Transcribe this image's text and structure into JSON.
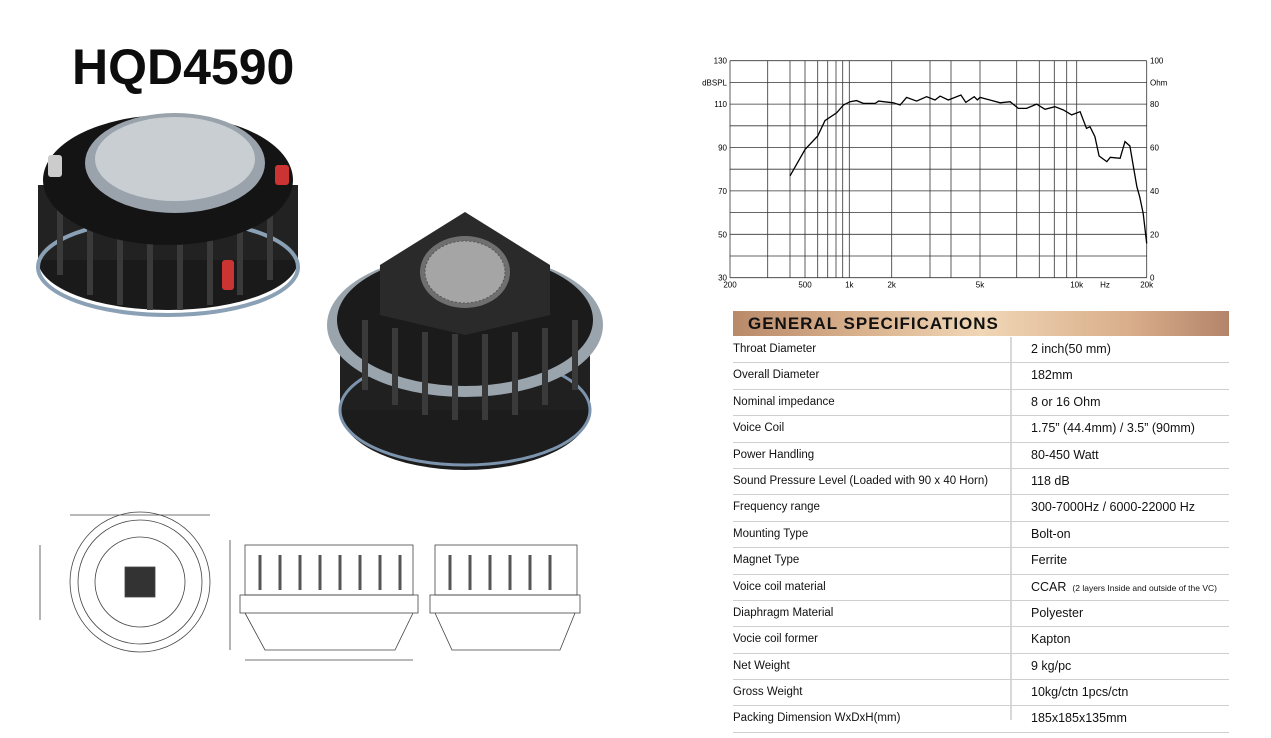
{
  "product": {
    "model": "HQD4590"
  },
  "chart_data": {
    "type": "line",
    "title": "",
    "xlabel": "Hz",
    "ylabel_left": "dBSPL",
    "ylabel_right": "Ohm",
    "ylim_left": [
      30,
      130
    ],
    "ylim_right": [
      0,
      100
    ],
    "xlim": [
      200,
      20000
    ],
    "x_gridlines": [
      200,
      300,
      400,
      500,
      600,
      700,
      800,
      900,
      1000,
      2000,
      3000,
      4000,
      5000,
      6000,
      7000,
      8000,
      9000,
      10000,
      20000
    ],
    "x_tick_labels": [
      {
        "f": 200,
        "label": "200"
      },
      {
        "f": 500,
        "label": "500"
      },
      {
        "f": 1000,
        "label": "1k"
      },
      {
        "f": 2000,
        "label": "2k"
      },
      {
        "f": 5000,
        "label": "5k"
      },
      {
        "f": 10000,
        "label": "10k"
      },
      {
        "f": 20000,
        "label": "20k"
      }
    ],
    "left_tick_labels": [
      {
        "v": 130,
        "label": "130"
      },
      {
        "v": 110,
        "label": "110"
      },
      {
        "v": 90,
        "label": "90"
      },
      {
        "v": 70,
        "label": "70"
      },
      {
        "v": 50,
        "label": "50"
      },
      {
        "v": 30,
        "label": "30"
      }
    ],
    "right_tick_labels": [
      {
        "v": 100,
        "label": "100"
      },
      {
        "v": 80,
        "label": "80"
      },
      {
        "v": 60,
        "label": "60"
      },
      {
        "v": 40,
        "label": "40"
      },
      {
        "v": 20,
        "label": "20"
      },
      {
        "v": 0,
        "label": "0"
      }
    ],
    "grid": true,
    "series": [
      {
        "name": "SPL",
        "freq": [
          400,
          500,
          600,
          673,
          810,
          910,
          1020,
          1170,
          1330,
          1610,
          1690,
          2040,
          2220,
          2390,
          2650,
          2910,
          3240,
          3480,
          3870,
          4340,
          4510,
          4800,
          4910,
          5000,
          5270,
          5550,
          5820,
          6070,
          6440,
          6880,
          7380,
          8050,
          8730,
          9500,
          10480,
          11400,
          11900,
          12600,
          13200,
          14300,
          14800,
          16200,
          16900,
          17600,
          18100,
          18600,
          19000,
          19500,
          20000
        ],
        "spl": [
          76.9,
          89.1,
          95.3,
          102.4,
          106.0,
          109.6,
          111.1,
          111.6,
          110.3,
          110.3,
          111.4,
          110.6,
          109.6,
          113.1,
          111.4,
          113.4,
          111.9,
          113.7,
          111.9,
          114.2,
          110.8,
          113.4,
          111.9,
          113.1,
          111.9,
          110.6,
          111.1,
          108.0,
          108.0,
          110.0,
          107.6,
          108.8,
          107.3,
          105.0,
          106.5,
          98.8,
          99.6,
          95.0,
          86.1,
          83.5,
          85.5,
          85.0,
          92.7,
          90.7,
          81.2,
          71.9,
          67.3,
          59.6,
          45.8
        ]
      }
    ]
  },
  "specs": {
    "header": "GENERAL SPECIFICATIONS",
    "rows": [
      {
        "label": "Throat Diameter",
        "value": "2 inch(50 mm)"
      },
      {
        "label": "Overall Diameter",
        "value": "182mm"
      },
      {
        "label": "Nominal impedance",
        "value": "8 or  16 Ohm"
      },
      {
        "label": "Voice Coil",
        "value": "1.75” (44.4mm) / 3.5” (90mm)"
      },
      {
        "label": "Power Handling",
        "value": "80-450 Watt"
      },
      {
        "label": "Sound Pressure Level (Loaded with 90 x 40 Horn)",
        "value": "118 dB"
      },
      {
        "label": "Frequency range",
        "value": "300-7000Hz / 6000-22000 Hz"
      },
      {
        "label": "Mounting Type",
        "value": "Bolt-on"
      },
      {
        "label": "Magnet Type",
        "value": "Ferrite"
      },
      {
        "label": "Voice coil material",
        "value": "CCAR",
        "note": "(2 layers Inside and outside of the VC)"
      },
      {
        "label": "Diaphragm Material",
        "value": "Polyester"
      },
      {
        "label": "Vocie coil former",
        "value": "Kapton"
      },
      {
        "label": "Net Weight",
        "value": "9 kg/pc"
      },
      {
        "label": "Gross Weight",
        "value": "10kg/ctn    1pcs/ctn"
      },
      {
        "label": "Packing Dimension WxDxH(mm)",
        "value": "185x185x135mm"
      }
    ]
  }
}
